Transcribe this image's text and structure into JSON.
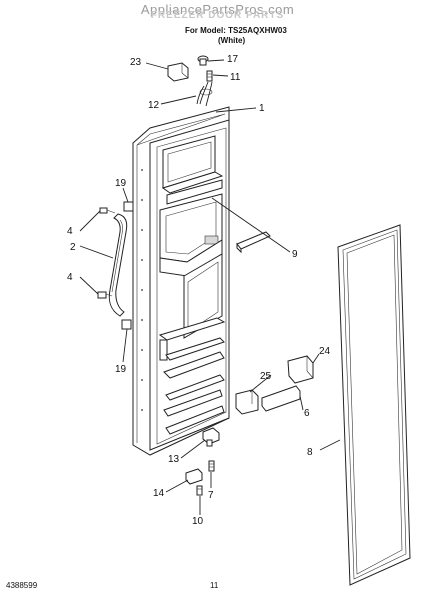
{
  "header": {
    "watermark": "AppliancePartsPros.com",
    "title": "FREEZER DOOR PARTS",
    "model_line": "For Model: TS25AQXHW03",
    "color_line": "(White)"
  },
  "callouts": [
    "1",
    "2",
    "4",
    "4",
    "6",
    "7",
    "8",
    "9",
    "10",
    "11",
    "12",
    "13",
    "14",
    "17",
    "19",
    "19",
    "23",
    "24",
    "25"
  ],
  "footer": {
    "doc_number": "4388599",
    "page_number": "11"
  }
}
